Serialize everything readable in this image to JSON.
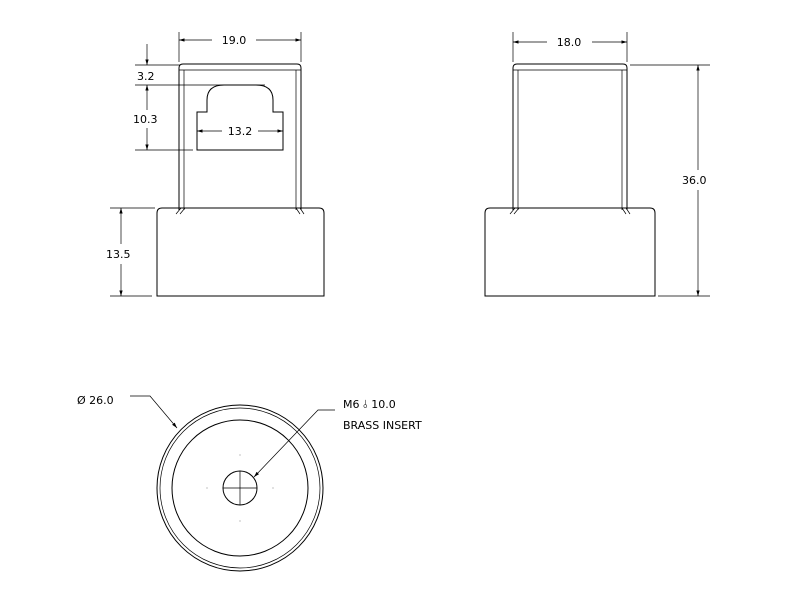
{
  "drawing": {
    "front_view": {
      "dim_width": "19.0",
      "dim_top_offset": "3.2",
      "dim_slot_height": "10.3",
      "dim_slot_width": "13.2",
      "dim_base_height": "13.5"
    },
    "side_view": {
      "dim_width": "18.0",
      "dim_total_height": "36.0"
    },
    "top_view": {
      "dim_diameter": "Ø 26.0",
      "callout_line1": "M6 ⫰ 10.0",
      "callout_line2": "BRASS INSERT"
    }
  }
}
